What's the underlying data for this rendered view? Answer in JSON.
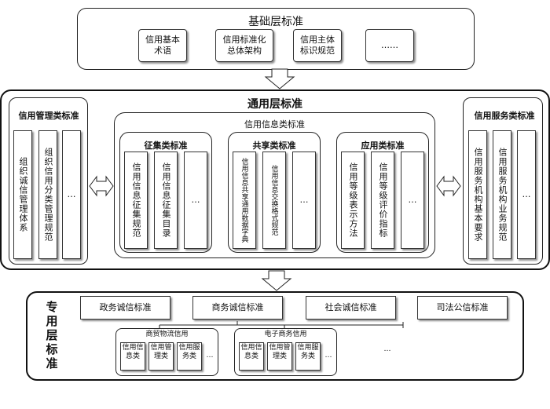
{
  "base_layer": {
    "title": "基础层标准",
    "items": [
      "信用基本术语",
      "信用标准化总体架构",
      "信用主体标识规范",
      "……"
    ]
  },
  "general_layer": {
    "title": "通用层标准",
    "management": {
      "title": "信用管理类标准",
      "items": [
        "组织诚信管理体系",
        "组织信用分类管理规范",
        "…"
      ]
    },
    "info": {
      "title": "信用信息类标准",
      "collection": {
        "title": "征集类标准",
        "items": [
          "信用信息征集规范",
          "信用信息征集目录",
          "…"
        ]
      },
      "sharing": {
        "title": "共享类标准",
        "items": [
          "信用信息共享通用数据字典",
          "信用信息交换格式规范",
          "…"
        ]
      },
      "application": {
        "title": "应用类标准",
        "items": [
          "信用等级表示方法",
          "信用等级评价指标",
          "…"
        ]
      }
    },
    "service": {
      "title": "信用服务类标准",
      "items": [
        "信用服务机构基本要求",
        "信用服务机构业务规范",
        "…"
      ]
    }
  },
  "special_layer": {
    "title": "专用层标准",
    "items": [
      "政务诚信标准",
      "商务诚信标准",
      "社会诚信标准",
      "司法公信标准"
    ],
    "sub_groups": [
      {
        "title": "商贸物流信用",
        "items": [
          "信用信息类",
          "信用管理类",
          "信用服务类",
          "…"
        ]
      },
      {
        "title": "电子商务信用",
        "items": [
          "信用信息类",
          "信用管理类",
          "信用服务类",
          "…"
        ]
      }
    ],
    "more": "…"
  }
}
